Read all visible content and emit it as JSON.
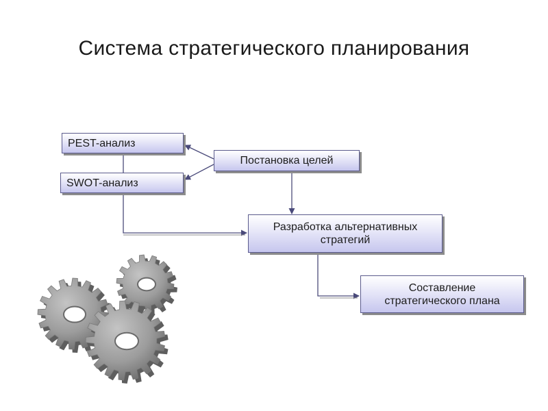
{
  "title": "Система стратегического планирования",
  "nodes": {
    "pest": "PEST-анализ",
    "swot": "SWOT-анализ",
    "goals": "Постановка целей",
    "alternatives": [
      "Разработка альтернативных",
      "стратегий"
    ],
    "plan": [
      "Составление",
      "стратегического плана"
    ]
  },
  "colors": {
    "box_fill_top": "#ffffff",
    "box_fill_bottom": "#c6c6ee",
    "box_border": "#5a5a8c",
    "connector": "#4a4a7a",
    "gear": "#9a9a9a"
  },
  "icons": [
    "gears-icon"
  ]
}
